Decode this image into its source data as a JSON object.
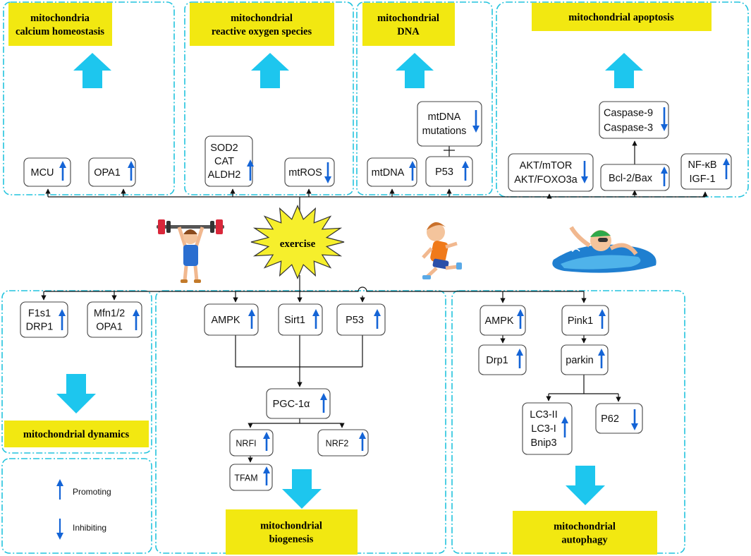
{
  "panels": {
    "calcium": "mitochondria calcium homeostasis",
    "ros": "mitochondrial reactive oxygen species",
    "dna": "mitochondrial DNA",
    "apoptosis": "mitochondrial apoptosis",
    "dynamics": "mitochondrial dynamics",
    "biogenesis": "mitochondrial biogenesis",
    "autophagy": "mitochondrial autophagy"
  },
  "center": {
    "label": "exercise"
  },
  "nodes": {
    "mcu": [
      "MCU"
    ],
    "opa1_top": [
      "OPA1"
    ],
    "sod2": [
      "SOD2",
      "CAT",
      "ALDH2"
    ],
    "mtros": [
      "mtROS"
    ],
    "mtdna": [
      "mtDNA"
    ],
    "mutations": [
      "mtDNA",
      "mutations"
    ],
    "p53_top": [
      "P53"
    ],
    "akt": [
      "AKT/mTOR",
      "AKT/FOXO3a"
    ],
    "caspase": [
      "Caspase-9",
      "Caspase-3"
    ],
    "bcl2": [
      "Bcl-2/Bax"
    ],
    "nfkb": [
      "NF-κB",
      "IGF-1"
    ],
    "f1s1": [
      "F1s1",
      "DRP1"
    ],
    "mfn": [
      "Mfn1/2",
      "OPA1"
    ],
    "ampk_mid": [
      "AMPK"
    ],
    "sirt1": [
      "Sirt1"
    ],
    "p53_mid": [
      "P53"
    ],
    "pgc": [
      "PGC-1α"
    ],
    "nrfi": [
      "NRFI"
    ],
    "nrf2": [
      "NRF2"
    ],
    "tfam": [
      "TFAM"
    ],
    "ampk_r": [
      "AMPK"
    ],
    "pink1": [
      "Pink1"
    ],
    "drp1": [
      "Drp1"
    ],
    "parkin": [
      "parkin"
    ],
    "lc3": [
      "LC3-II",
      "LC3-I",
      "Bnip3"
    ],
    "p62": [
      "P62"
    ]
  },
  "legend": {
    "promoting": "Promoting",
    "inhibiting": "Inhibiting"
  },
  "colors": {
    "panel_border": "#22c3dd",
    "title_fill": "#f2e811",
    "big_arrow": "#1dc6ee",
    "promote_arrow": "#1464d6",
    "inhibit_arrow": "#1464d6",
    "starburst": "#f6ef2c"
  }
}
